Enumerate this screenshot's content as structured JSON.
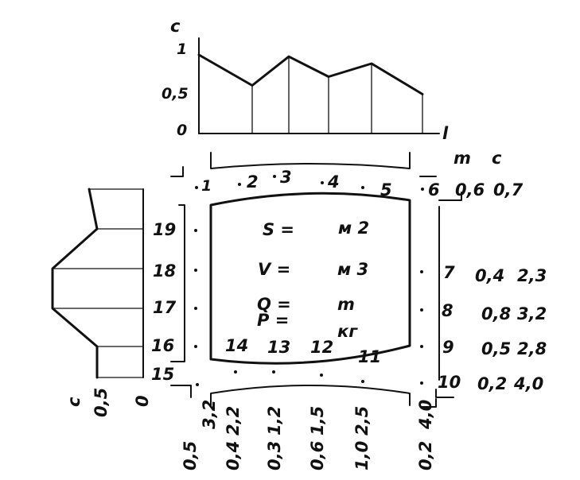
{
  "top_chart": {
    "y_axis_label": "c",
    "x_axis_label": "l",
    "y_ticks": [
      "1",
      "0,5",
      "0"
    ],
    "profile": [
      0.9,
      0.55,
      0.88,
      0.65,
      0.8,
      0.45
    ]
  },
  "left_chart": {
    "axis_label": "c",
    "ticks": [
      "0,5",
      "0"
    ]
  },
  "table_header": {
    "m": "m",
    "c": "c"
  },
  "points_top": [
    {
      "n": "1"
    },
    {
      "n": "2"
    },
    {
      "n": "3"
    },
    {
      "n": "4"
    },
    {
      "n": "5"
    },
    {
      "n": "6"
    }
  ],
  "point6_values": {
    "m": "0,6",
    "c": "0,7"
  },
  "right_points": [
    {
      "n": "7",
      "m": "0,4",
      "c": "2,3"
    },
    {
      "n": "8",
      "m": "0,8",
      "c": "3,2"
    },
    {
      "n": "9",
      "m": "0,5",
      "c": "2,8"
    },
    {
      "n": "10",
      "m": "0,2",
      "c": "4,0"
    }
  ],
  "left_points": [
    "19",
    "18",
    "17",
    "16",
    "15"
  ],
  "inner_points": [
    "14",
    "13",
    "12",
    "11"
  ],
  "formulas": {
    "S": "S =",
    "S_unit": "м 2",
    "V": "V =",
    "V_unit": "м 3",
    "Q": "Q =",
    "Q_unit": "m",
    "P": "P =",
    "P_unit": "кг"
  },
  "bottom_columns": [
    {
      "m": "0,5",
      "c": "3,2"
    },
    {
      "m": "0,4",
      "c": "2,2"
    },
    {
      "m": "0,3",
      "c": "1,2"
    },
    {
      "m": "0,6",
      "c": "1,5"
    },
    {
      "m": "1,0",
      "c": "2,5"
    },
    {
      "m": "0,2",
      "c": "4,0"
    }
  ]
}
